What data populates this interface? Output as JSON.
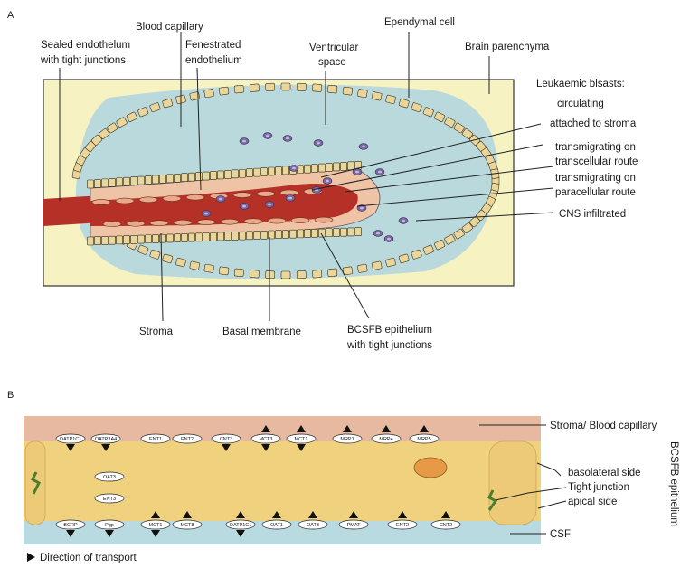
{
  "panel_a": {
    "letter": "A",
    "labels": {
      "blood_capillary": "Blood capillary",
      "ependymal_cell": "Ependymal cell",
      "sealed_1": "Sealed endothelum",
      "sealed_2": "with tight junctions",
      "fenestrated_1": "Fenestrated",
      "fenestrated_2": "endothelium",
      "ventricular_1": "Ventricular",
      "ventricular_2": "space",
      "brain_parenchyma": "Brain parenchyma",
      "leukaemic": "Leukaemic blsasts:",
      "circulating": "circulating",
      "attached": "attached to stroma",
      "transcell_1": "transmigrating on",
      "transcell_2": "transcellular route",
      "paracell_1": "transmigrating on",
      "paracell_2": "paracellular route",
      "cns": "CNS infiltrated",
      "stroma": "Stroma",
      "basal": "Basal membrane",
      "bcsfb_1": "BCSFB epithelium",
      "bcsfb_2": "with tight junctions"
    }
  },
  "panel_b": {
    "letter": "B",
    "labels": {
      "stroma_blood": "Stroma/ Blood capillary",
      "basolateral": "basolateral side",
      "tight_junction": "Tight junction",
      "apical": "apical side",
      "csf": "CSF",
      "epithelium": "BCSFB epithelium",
      "direction": "Direction of transport"
    },
    "top_transporters": [
      {
        "name": "OATP1C1",
        "dir": "down"
      },
      {
        "name": "OATP3A4",
        "dir": "down"
      },
      {
        "name": "ENT1",
        "dir": "none"
      },
      {
        "name": "ENT2",
        "dir": "none"
      },
      {
        "name": "CNT3",
        "dir": "down"
      },
      {
        "name": "MCT3",
        "dir": "both"
      },
      {
        "name": "MCT1",
        "dir": "both"
      },
      {
        "name": "MRP1",
        "dir": "up"
      },
      {
        "name": "MRP4",
        "dir": "up"
      },
      {
        "name": "MRP5",
        "dir": "up"
      }
    ],
    "middle_transporters": [
      "OAT3",
      "ENT3"
    ],
    "bottom_transporters": [
      {
        "name": "BCRP",
        "dir": "down"
      },
      {
        "name": "Pgp",
        "dir": "down"
      },
      {
        "name": "MCT1",
        "dir": "both"
      },
      {
        "name": "MCT8",
        "dir": "up"
      },
      {
        "name": "OATP1C1",
        "dir": "both"
      },
      {
        "name": "OAT1",
        "dir": "up"
      },
      {
        "name": "OAT3",
        "dir": "up"
      },
      {
        "name": "PMAT",
        "dir": "up"
      },
      {
        "name": "ENT2",
        "dir": "up"
      },
      {
        "name": "CNT2",
        "dir": "up"
      }
    ]
  },
  "colors": {
    "parenchyma": "#f7f2c2",
    "ventricle": "#b9d9dc",
    "stroma": "#efc4a6",
    "capillary": "#b53127",
    "cell": "#ead59a",
    "blast": "#7a6aa0",
    "epithelium": "#efd17e",
    "stroma_band": "#e6b9a0",
    "csf_band": "#b8dae0",
    "junction": "#4a7d2e",
    "nucleus": "#e69a45"
  }
}
